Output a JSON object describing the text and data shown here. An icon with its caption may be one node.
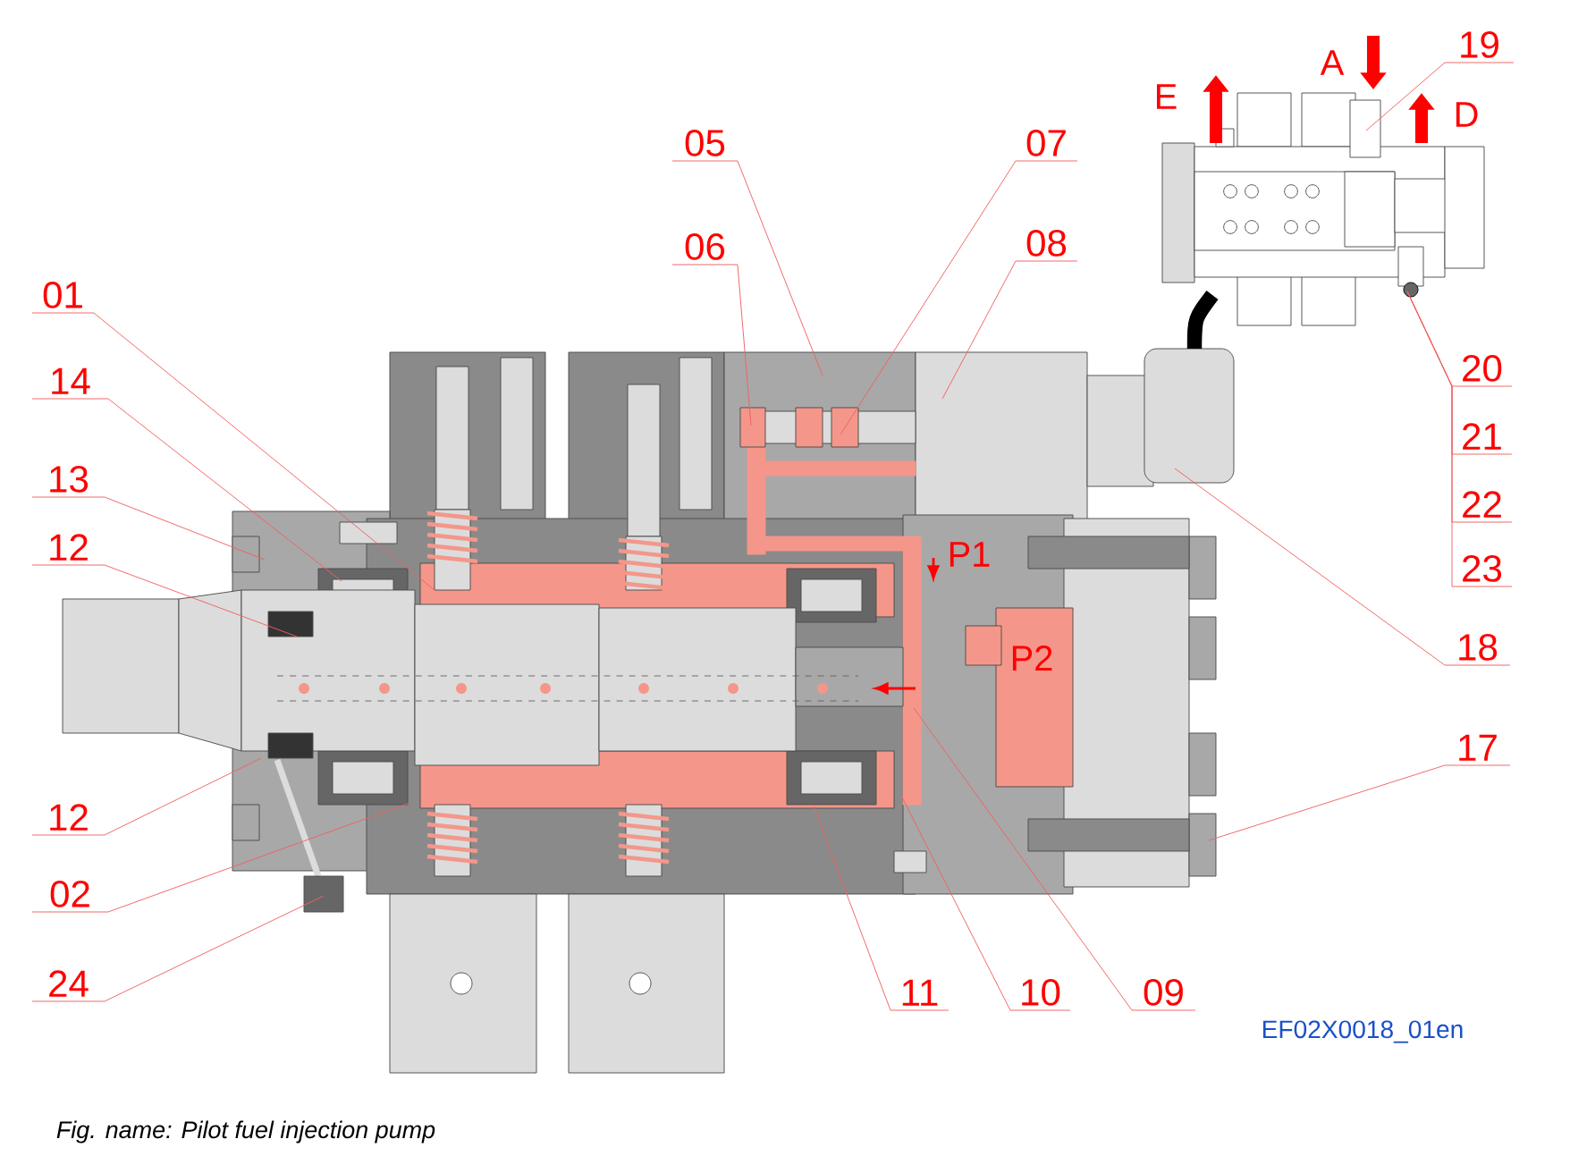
{
  "diagram": {
    "caption": "Fig. name: Pilot fuel injection pump",
    "nodes": [
      {
        "text": [
          "01"
        ]
      },
      {
        "text": [
          "14"
        ]
      },
      {
        "text": [
          "13"
        ]
      },
      {
        "text": [
          "12"
        ]
      },
      {
        "text": [
          "12"
        ]
      },
      {
        "text": [
          "02"
        ]
      },
      {
        "text": [
          "24"
        ]
      },
      {
        "text": [
          "05"
        ]
      },
      {
        "text": [
          "06"
        ]
      },
      {
        "text": [
          "07"
        ]
      },
      {
        "text": [
          "08"
        ]
      },
      {
        "text": [
          "18"
        ]
      },
      {
        "text": [
          "19"
        ]
      },
      {
        "text": [
          "20"
        ]
      },
      {
        "text": [
          "21"
        ]
      },
      {
        "text": [
          "22"
        ]
      },
      {
        "text": [
          "23"
        ]
      },
      {
        "text": [
          "17"
        ]
      },
      {
        "text": [
          "11"
        ]
      },
      {
        "text": [
          "10"
        ]
      },
      {
        "text": [
          "09"
        ]
      }
    ],
    "edges": [
      {
        "from": 0,
        "to": null,
        "arrow": "none"
      },
      {
        "from": 1,
        "to": null,
        "arrow": "none"
      },
      {
        "from": 2,
        "to": null,
        "arrow": "none"
      },
      {
        "from": 3,
        "to": null,
        "arrow": "none"
      },
      {
        "from": 4,
        "to": null,
        "arrow": "none"
      },
      {
        "from": 5,
        "to": null,
        "arrow": "none"
      },
      {
        "from": 6,
        "to": null,
        "arrow": "none"
      },
      {
        "from": 7,
        "to": null,
        "arrow": "none"
      },
      {
        "from": 8,
        "to": null,
        "arrow": "none"
      },
      {
        "from": 9,
        "to": null,
        "arrow": "none"
      },
      {
        "from": 10,
        "to": null,
        "arrow": "none"
      },
      {
        "from": 11,
        "to": null,
        "arrow": "none"
      },
      {
        "from": 12,
        "to": null,
        "arrow": "none"
      },
      {
        "from": 13,
        "to": null,
        "arrow": "none"
      },
      {
        "from": 14,
        "to": null,
        "arrow": "none"
      },
      {
        "from": 15,
        "to": null,
        "arrow": "none"
      },
      {
        "from": 16,
        "to": null,
        "arrow": "none"
      },
      {
        "from": 17,
        "to": null,
        "arrow": "none"
      },
      {
        "from": 18,
        "to": null,
        "arrow": "none"
      },
      {
        "from": 19,
        "to": null,
        "arrow": "none"
      },
      {
        "from": 20,
        "to": null,
        "arrow": "none"
      }
    ],
    "labels": [
      "A",
      "E",
      "D",
      "P1",
      "P2",
      "EF02X0018_01en"
    ]
  }
}
